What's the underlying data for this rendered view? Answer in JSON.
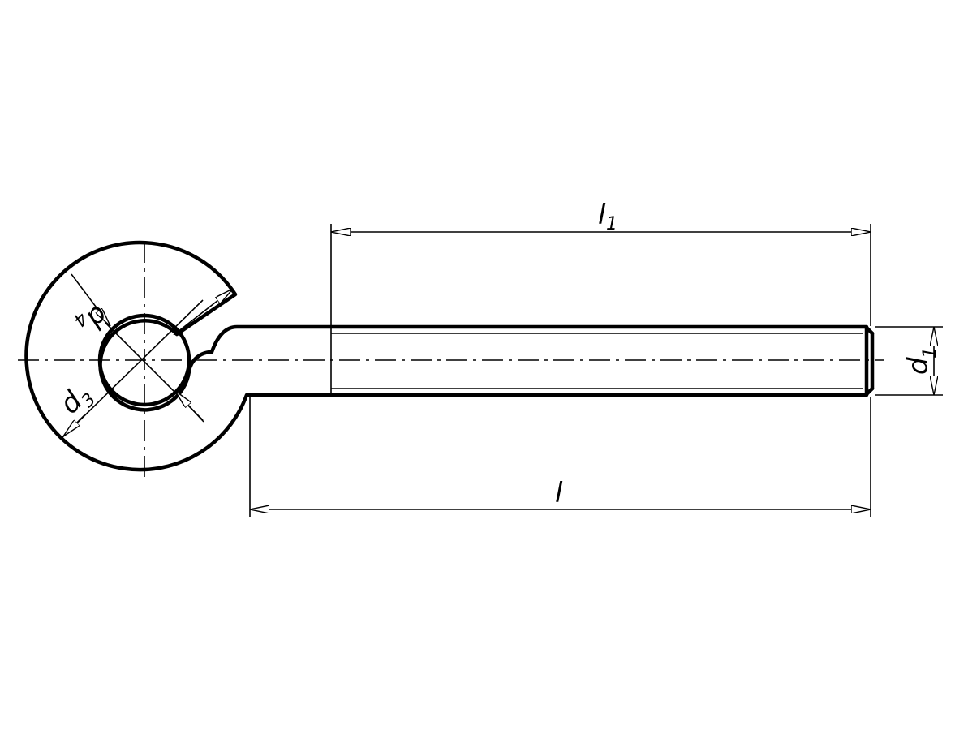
{
  "labels": {
    "l1": {
      "main": "l",
      "sub": "1"
    },
    "l": {
      "main": "l",
      "sub": ""
    },
    "d1": {
      "main": "d",
      "sub": "1"
    },
    "d3": {
      "main": "d",
      "sub": "3"
    },
    "d4": {
      "main": "d",
      "sub": "4"
    }
  },
  "colors": {
    "line": "#000000",
    "background": "#ffffff"
  }
}
